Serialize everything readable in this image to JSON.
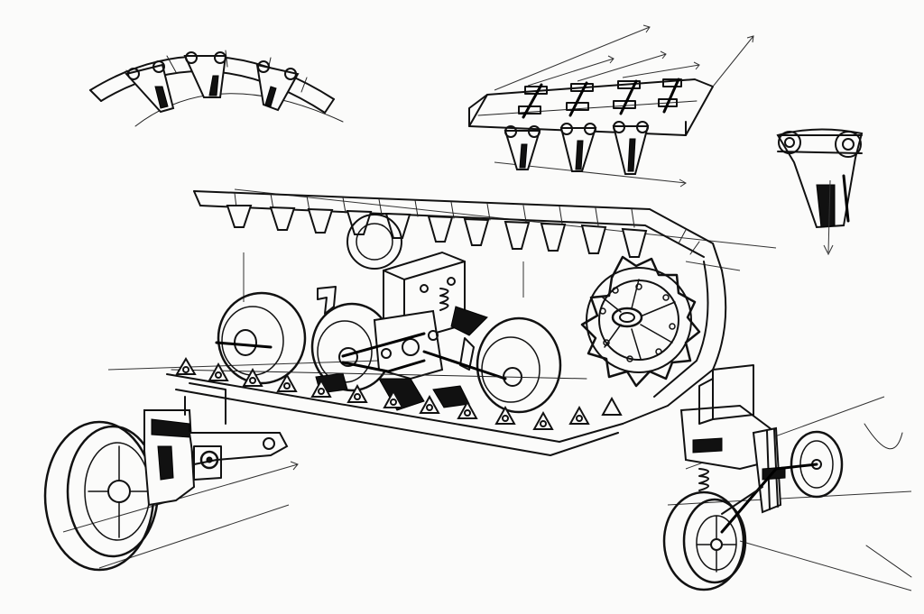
{
  "sketch": {
    "paper_color": "#fbfbfa",
    "ink_color": "#111111",
    "parts": [
      {
        "name": "curved-track-segment",
        "icon": "track-arc-icon"
      },
      {
        "name": "track-plate-detail",
        "icon": "track-plate-icon"
      },
      {
        "name": "track-link-detail",
        "icon": "track-link-icon"
      },
      {
        "name": "crawler-track-assembly",
        "icon": "tracked-undercarriage-icon"
      },
      {
        "name": "sprocket-wheel",
        "icon": "sprocket-icon"
      },
      {
        "name": "front-caster-wheel",
        "icon": "wheel-icon"
      },
      {
        "name": "rear-caster-wheel",
        "icon": "wheel-icon"
      }
    ]
  }
}
